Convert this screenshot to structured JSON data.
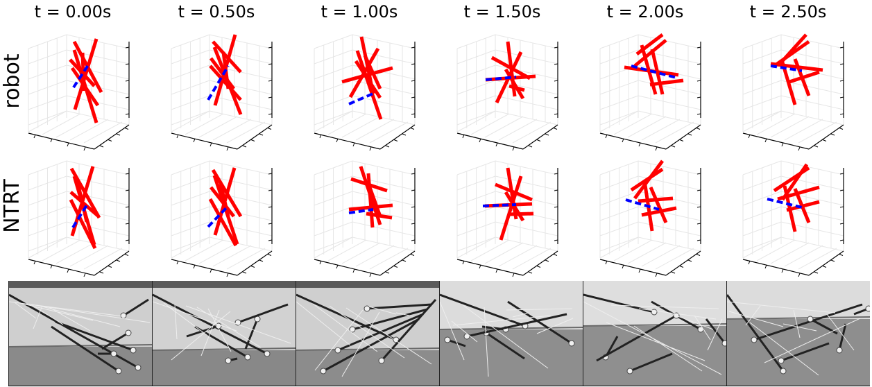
{
  "time_labels": [
    "t = 0.00s",
    "t = 0.50s",
    "t = 1.00s",
    "t = 1.50s",
    "t = 2.00s",
    "t = 2.50s"
  ],
  "row_labels": [
    "robot",
    "NTRT"
  ],
  "colors": {
    "rod": "#ff0000",
    "centerline": "#0000ff",
    "grid": "#e6e6e6",
    "axis": "#000000"
  },
  "frames": [
    {
      "robot": {
        "rods": [
          [
            1,
            20,
            40,
            93
          ],
          [
            -5,
            46,
            30,
            84
          ],
          [
            13,
            36,
            15,
            91
          ],
          [
            -2,
            58,
            35,
            112
          ],
          [
            33,
            16,
            2,
            118
          ],
          [
            1,
            32,
            33,
            137
          ]
        ],
        "dash": [
          [
            0,
            86,
            21,
            54
          ]
        ]
      },
      "ntrt": {
        "rods": [
          [
            -3,
            21,
            37,
            92
          ],
          [
            -4,
            55,
            35,
            89
          ],
          [
            6,
            41,
            19,
            98
          ],
          [
            -4,
            66,
            31,
            136
          ],
          [
            28,
            18,
            -2,
            118
          ],
          [
            1,
            32,
            30,
            131
          ]
        ],
        "dash": [
          [
            -1,
            106,
            19,
            74
          ]
        ]
      }
    },
    {
      "robot": {
        "rods": [
          [
            -5,
            20,
            35,
            64
          ],
          [
            -8,
            44,
            25,
            88
          ],
          [
            10,
            35,
            17,
            88
          ],
          [
            -9,
            55,
            35,
            104
          ],
          [
            27,
            10,
            -2,
            112
          ],
          [
            -3,
            28,
            35,
            125
          ]
        ],
        "dash": [
          [
            -12,
            104,
            17,
            55
          ]
        ]
      },
      "ntrt": {
        "rods": [
          [
            -5,
            23,
            35,
            90
          ],
          [
            -8,
            48,
            25,
            90
          ],
          [
            6,
            43,
            17,
            90
          ],
          [
            -9,
            65,
            28,
            132
          ],
          [
            26,
            20,
            -2,
            117
          ],
          [
            -3,
            31,
            30,
            130
          ]
        ],
        "dash": [
          [
            -12,
            105,
            15,
            77
          ]
        ]
      }
    },
    {
      "robot": {
        "rods": [
          [
            3,
            13,
            20,
            95
          ],
          [
            -25,
            78,
            48,
            58
          ],
          [
            8,
            40,
            30,
            88
          ],
          [
            -5,
            48,
            30,
            101
          ],
          [
            27,
            30,
            -13,
            100
          ],
          [
            -3,
            33,
            31,
            132
          ]
        ],
        "dash": [
          [
            -15,
            110,
            22,
            94
          ]
        ]
      },
      "ntrt": {
        "rods": [
          [
            2,
            18,
            30,
            102
          ],
          [
            -12,
            36,
            40,
            53
          ],
          [
            15,
            48,
            30,
            90
          ],
          [
            -15,
            80,
            48,
            74
          ],
          [
            10,
            86,
            47,
            92
          ],
          [
            13,
            28,
            19,
            106
          ]
        ],
        "dash": [
          [
            -15,
            85,
            20,
            80
          ]
        ]
      }
    },
    {
      "robot": {
        "rods": [
          [
            8,
            20,
            18,
            99
          ],
          [
            -15,
            43,
            40,
            73
          ],
          [
            5,
            60,
            30,
            102
          ],
          [
            -24,
            75,
            48,
            70
          ],
          [
            10,
            84,
            32,
            90
          ],
          [
            27,
            35,
            -8,
            108
          ]
        ],
        "dash": [
          [
            -24,
            75,
            20,
            71
          ]
        ]
      },
      "ntrt": {
        "rods": [
          [
            8,
            20,
            20,
            94
          ],
          [
            -10,
            44,
            43,
            66
          ],
          [
            5,
            55,
            30,
            96
          ],
          [
            -25,
            75,
            43,
            72
          ],
          [
            10,
            87,
            45,
            86
          ],
          [
            27,
            32,
            -2,
            124
          ]
        ],
        "dash": [
          [
            -28,
            75,
            20,
            73
          ]
        ]
      }
    },
    {
      "robot": {
        "rods": [
          [
            -15,
            55,
            30,
            18
          ],
          [
            -5,
            25,
            15,
            96
          ],
          [
            10,
            31,
            25,
            96
          ],
          [
            -30,
            57,
            48,
            68
          ],
          [
            7,
            82,
            55,
            76
          ],
          [
            25,
            10,
            -12,
            38
          ]
        ],
        "dash": [
          [
            -20,
            55,
            45,
            72
          ]
        ]
      },
      "ntrt": {
        "rods": [
          [
            -20,
            52,
            25,
            22
          ],
          [
            0,
            45,
            10,
            111
          ],
          [
            8,
            48,
            30,
            99
          ],
          [
            -10,
            68,
            40,
            64
          ],
          [
            -5,
            88,
            45,
            78
          ],
          [
            25,
            10,
            -15,
            64
          ]
        ],
        "dash": [
          [
            -28,
            66,
            20,
            80
          ]
        ]
      }
    },
    {
      "robot": {
        "rods": [
          [
            -20,
            55,
            30,
            20
          ],
          [
            -8,
            50,
            10,
            111
          ],
          [
            10,
            45,
            30,
            98
          ],
          [
            -25,
            52,
            50,
            61
          ],
          [
            2,
            78,
            45,
            64
          ],
          [
            26,
            10,
            -10,
            50
          ]
        ],
        "dash": [
          [
            -25,
            55,
            20,
            62
          ]
        ]
      },
      "ntrt": {
        "rods": [
          [
            -20,
            53,
            30,
            20
          ],
          [
            -5,
            46,
            10,
            112
          ],
          [
            10,
            50,
            30,
            99
          ],
          [
            -15,
            65,
            45,
            48
          ],
          [
            -2,
            81,
            45,
            69
          ],
          [
            27,
            15,
            -8,
            66
          ]
        ],
        "dash": [
          [
            -30,
            65,
            20,
            77
          ]
        ]
      }
    }
  ]
}
